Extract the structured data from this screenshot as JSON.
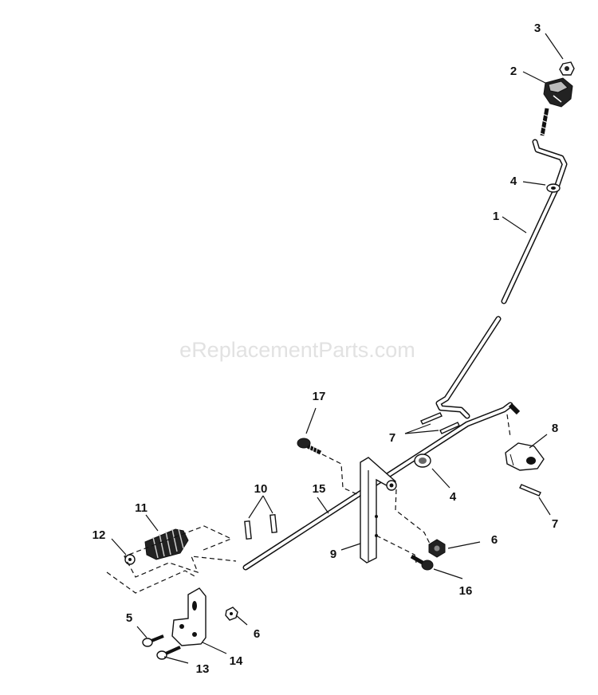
{
  "watermark": "eReplacementParts.com",
  "callouts": {
    "c1": "1",
    "c2": "2",
    "c3": "3",
    "c4a": "4",
    "c4b": "4",
    "c5": "5",
    "c6a": "6",
    "c6b": "6",
    "c7a": "7",
    "c7b": "7",
    "c8": "8",
    "c9": "9",
    "c10": "10",
    "c11": "11",
    "c12": "12",
    "c13": "13",
    "c14": "14",
    "c15": "15",
    "c16": "16",
    "c17": "17"
  }
}
